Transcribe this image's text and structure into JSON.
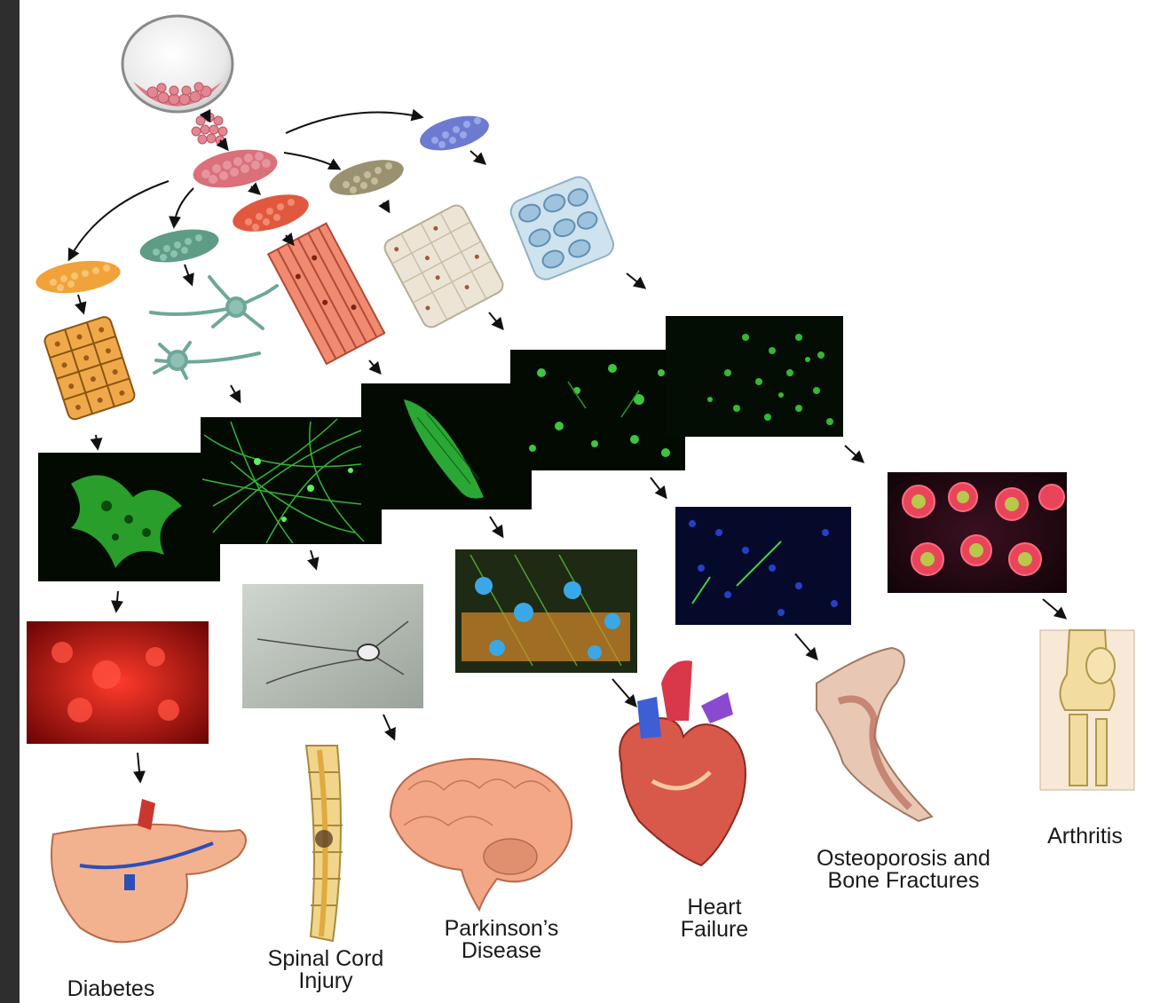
{
  "diseases": {
    "diabetes": "Diabetes",
    "spinal_cord_line1": "Spinal Cord",
    "spinal_cord_line2": "Injury",
    "parkinsons_line1": "Parkinson’s",
    "parkinsons_line2": "Disease",
    "heart_line1": "Heart",
    "heart_line2": "Failure",
    "osteo_line1": "Osteoporosis and",
    "osteo_line2": "Bone Fractures",
    "arthritis": "Arthritis"
  },
  "colors": {
    "background": "#ffffff",
    "frame": "#2e2e2e",
    "embryo_cells": "#d9707a",
    "pancreatic_progenitor": "#f1a23a",
    "neural_progenitor": "#5f9c86",
    "cardiac_progenitor": "#e2583f",
    "bone_progenitor": "#9a9170",
    "cartilage_progenitor": "#6c7bd0",
    "fluorescence_green": "#3fd43f",
    "fluorescence_red": "#e01414",
    "fluorescence_blue": "#2a3ed8"
  }
}
